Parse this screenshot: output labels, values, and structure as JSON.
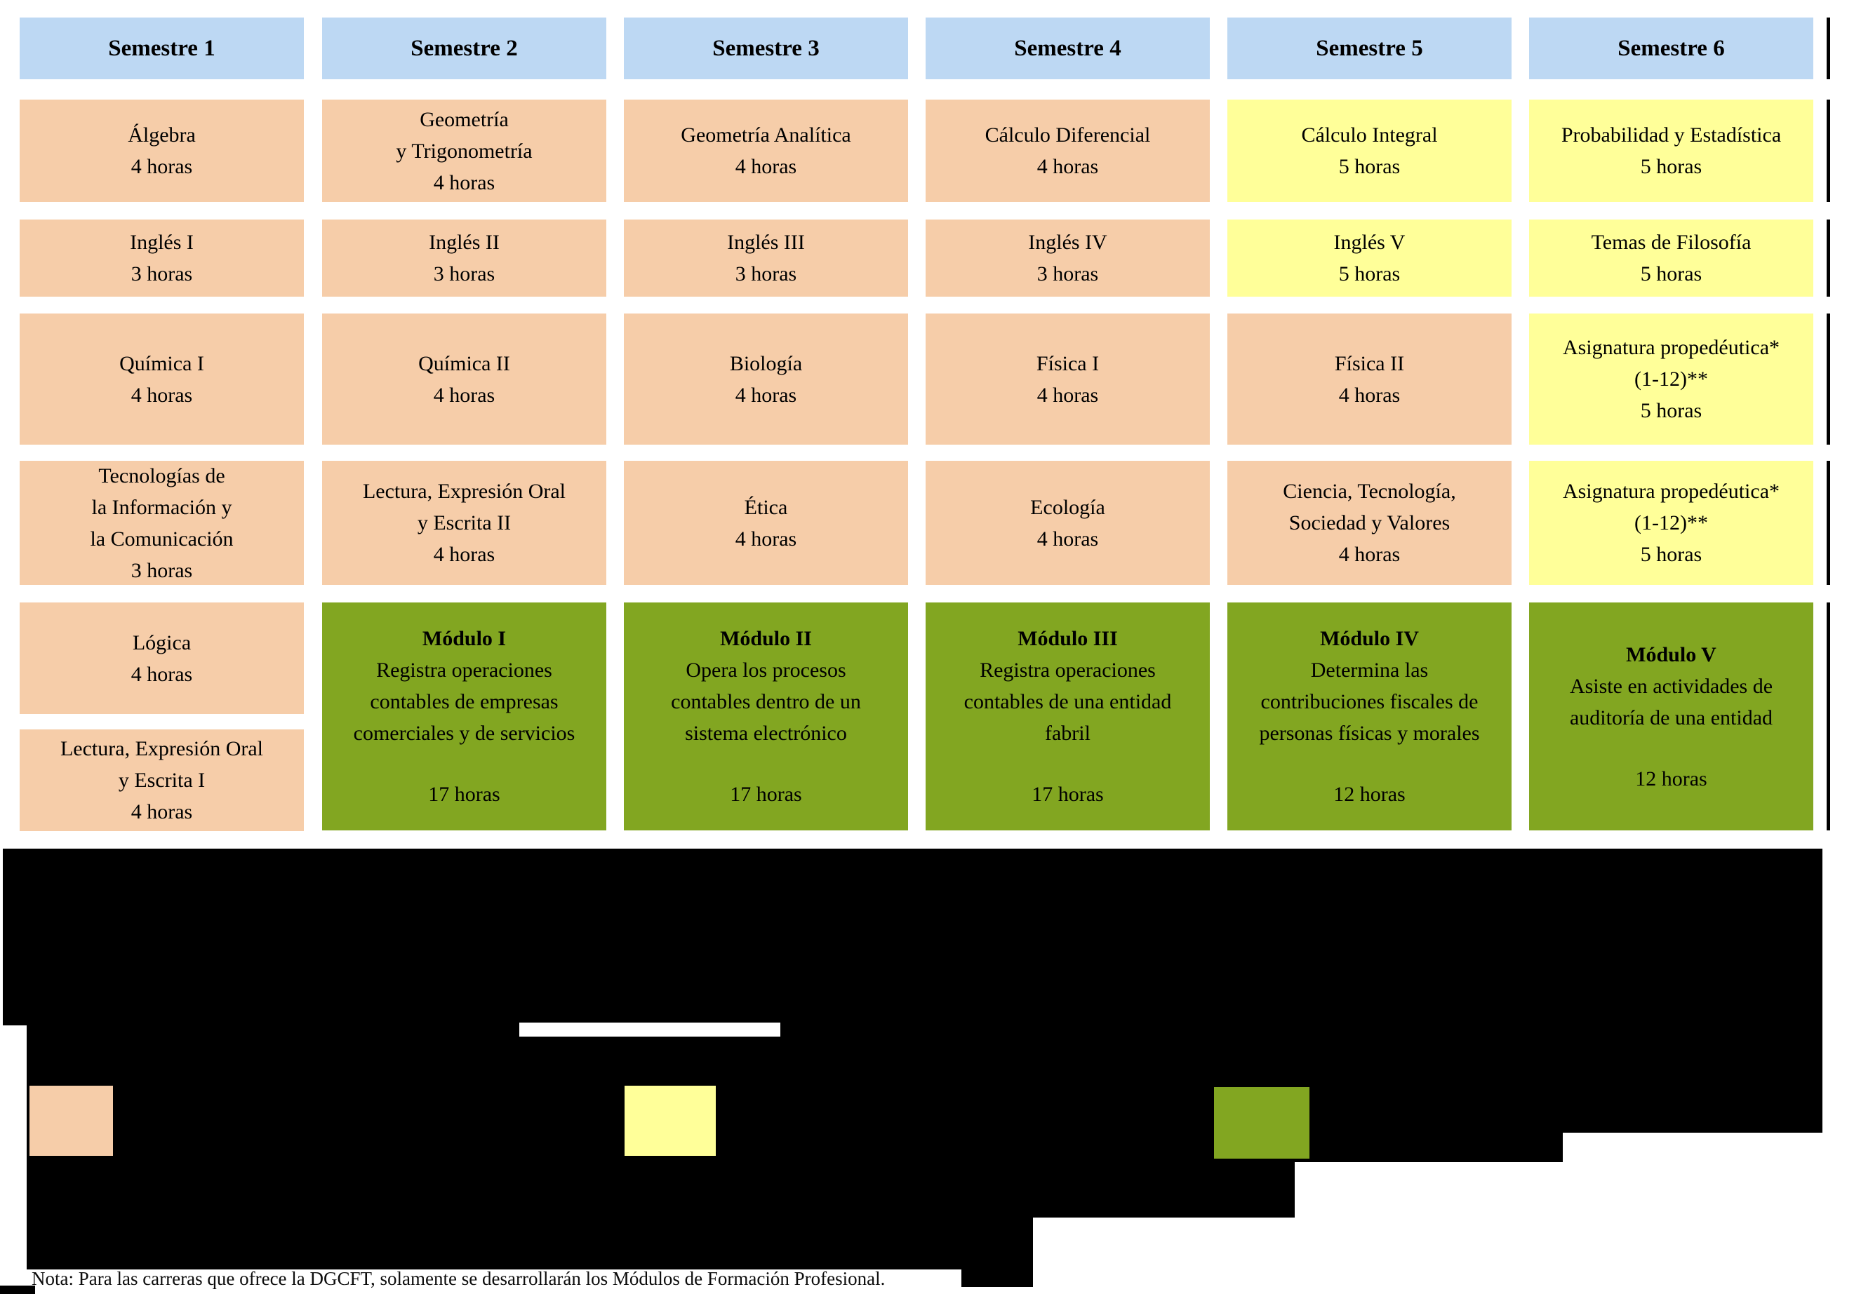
{
  "page": {
    "note": "Nota: Para las carreras que ofrece la DGCFT, solamente se desarrollarán los Módulos de Formación Profesional."
  },
  "colors": {
    "header_blue": "#BDD8F3",
    "basic_peach": "#F6CDA9",
    "propedeutic_yellow": "#FFFF99",
    "module_green": "#82A621",
    "redaction_black": "#000000"
  },
  "columns": [
    {
      "header": "Semestre 1",
      "cells": [
        {
          "row": "r1",
          "type": "basic",
          "name": "Álgebra",
          "hours": "4 horas"
        },
        {
          "row": "r2",
          "type": "basic",
          "name": "Inglés I",
          "hours": "3 horas"
        },
        {
          "row": "r3",
          "type": "basic",
          "name": "Química I",
          "hours": "4 horas"
        },
        {
          "row": "r4",
          "type": "basic",
          "name": "Tecnologías de\nla Información y\nla Comunicación",
          "hours": "3 horas"
        },
        {
          "row": "r5a",
          "type": "basic",
          "name": "Lógica",
          "hours": "4 horas"
        },
        {
          "row": "r5b",
          "type": "basic",
          "name": "Lectura, Expresión Oral\ny Escrita I",
          "hours": "4 horas"
        }
      ]
    },
    {
      "header": "Semestre 2",
      "cells": [
        {
          "row": "r1",
          "type": "basic",
          "name": "Geometría\ny Trigonometría",
          "hours": "4 horas"
        },
        {
          "row": "r2",
          "type": "basic",
          "name": "Inglés II",
          "hours": "3 horas"
        },
        {
          "row": "r3",
          "type": "basic",
          "name": "Química II",
          "hours": "4 horas"
        },
        {
          "row": "r4",
          "type": "basic",
          "name": "Lectura, Expresión Oral\ny Escrita II",
          "hours": "4 horas"
        },
        {
          "row": "r5",
          "type": "module",
          "title": "Módulo I",
          "desc": "Registra operaciones\ncontables de empresas\ncomerciales y de servicios",
          "hours": "17 horas"
        }
      ]
    },
    {
      "header": "Semestre 3",
      "cells": [
        {
          "row": "r1",
          "type": "basic",
          "name": "Geometría Analítica",
          "hours": "4 horas"
        },
        {
          "row": "r2",
          "type": "basic",
          "name": "Inglés III",
          "hours": "3 horas"
        },
        {
          "row": "r3",
          "type": "basic",
          "name": "Biología",
          "hours": "4 horas"
        },
        {
          "row": "r4",
          "type": "basic",
          "name": "Ética",
          "hours": "4 horas"
        },
        {
          "row": "r5",
          "type": "module",
          "title": "Módulo II",
          "desc": "Opera los procesos\ncontables dentro de un\nsistema electrónico",
          "hours": "17 horas"
        }
      ]
    },
    {
      "header": "Semestre 4",
      "cells": [
        {
          "row": "r1",
          "type": "basic",
          "name": "Cálculo Diferencial",
          "hours": "4 horas"
        },
        {
          "row": "r2",
          "type": "basic",
          "name": "Inglés IV",
          "hours": "3 horas"
        },
        {
          "row": "r3",
          "type": "basic",
          "name": "Física I",
          "hours": "4 horas"
        },
        {
          "row": "r4",
          "type": "basic",
          "name": "Ecología",
          "hours": "4 horas"
        },
        {
          "row": "r5",
          "type": "module",
          "title": "Módulo III",
          "desc": "Registra operaciones\ncontables de una entidad\nfabril",
          "hours": "17 horas"
        }
      ]
    },
    {
      "header": "Semestre 5",
      "cells": [
        {
          "row": "r1",
          "type": "propedeutic",
          "name": "Cálculo Integral",
          "hours": "5 horas"
        },
        {
          "row": "r2",
          "type": "propedeutic",
          "name": "Inglés V",
          "hours": "5 horas"
        },
        {
          "row": "r3",
          "type": "basic",
          "name": "Física II",
          "hours": "4 horas"
        },
        {
          "row": "r4",
          "type": "basic",
          "name": "Ciencia, Tecnología,\nSociedad y Valores",
          "hours": "4 horas"
        },
        {
          "row": "r5",
          "type": "module",
          "title": "Módulo IV",
          "desc": "Determina las\ncontribuciones fiscales de\npersonas físicas y morales",
          "hours": "12 horas"
        }
      ]
    },
    {
      "header": "Semestre 6",
      "cells": [
        {
          "row": "r1",
          "type": "propedeutic",
          "name": "Probabilidad y Estadística",
          "hours": "5 horas"
        },
        {
          "row": "r2",
          "type": "propedeutic",
          "name": "Temas de Filosofía",
          "hours": "5 horas"
        },
        {
          "row": "r3",
          "type": "propedeutic",
          "name": "Asignatura propedéutica*\n(1-12)**",
          "hours": "5 horas"
        },
        {
          "row": "r4",
          "type": "propedeutic",
          "name": "Asignatura propedéutica*\n(1-12)**",
          "hours": "5 horas"
        },
        {
          "row": "r5",
          "type": "module",
          "title": "Módulo V",
          "desc": "Asiste en actividades de\nauditoría de una entidad",
          "hours": "12 horas"
        }
      ]
    }
  ],
  "legend": {
    "swatches": [
      {
        "name": "basic",
        "color_key": "basic_peach"
      },
      {
        "name": "propedeutic",
        "color_key": "propedeutic_yellow"
      },
      {
        "name": "module",
        "color_key": "module_green"
      }
    ]
  }
}
